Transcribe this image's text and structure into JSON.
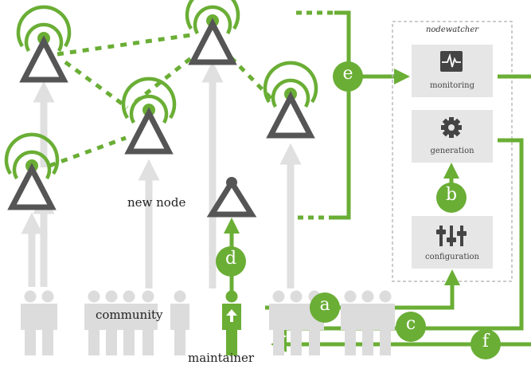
{
  "labels": {
    "new_node": "new node",
    "community": "community",
    "maintainer": "maintainer",
    "nodewatcher": "nodewatcher"
  },
  "modules": {
    "monitoring": "monitoring",
    "generation": "generation",
    "configuration": "configuration"
  },
  "badges": {
    "a": "a",
    "b": "b",
    "c": "c",
    "d": "d",
    "e": "e",
    "f": "f"
  },
  "colors": {
    "accent": "#6aae35",
    "node": "#555555",
    "grey_light": "#e2e2e2",
    "module_bg": "#e6e6e6"
  },
  "icons": {
    "node": "antenna-icon",
    "monitoring": "waveform-icon",
    "generation": "gear-icon",
    "configuration": "sliders-icon",
    "person": "person-icon"
  }
}
